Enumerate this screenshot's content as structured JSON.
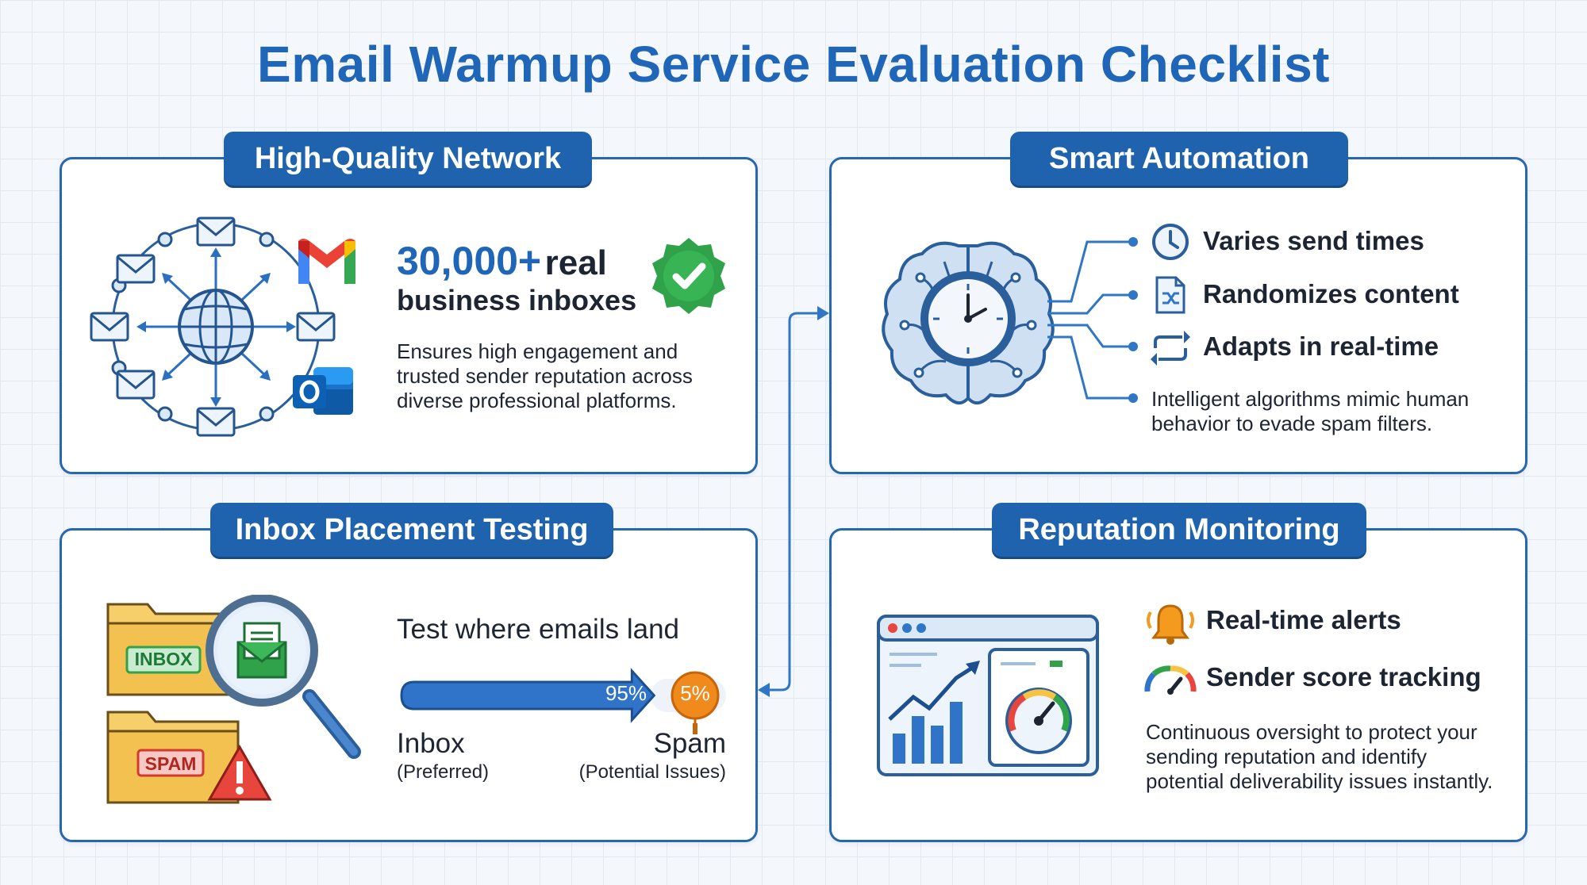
{
  "title": "Email Warmup Service Evaluation Checklist",
  "network": {
    "tab": "High-Quality Network",
    "count": "30,000+",
    "count_suffix": "real",
    "count_line2": "business inboxes",
    "description_lines": [
      "Ensures high engagement and",
      "trusted sender reputation across",
      "diverse professional platforms."
    ],
    "icons": [
      "globe-icon",
      "envelope-icon",
      "gmail-logo",
      "outlook-logo",
      "verified-badge-icon"
    ]
  },
  "automation": {
    "tab": "Smart Automation",
    "items": [
      {
        "label": "Varies send times",
        "icon": "clock-icon"
      },
      {
        "label": "Randomizes content",
        "icon": "shuffle-document-icon"
      },
      {
        "label": "Adapts in real-time",
        "icon": "refresh-arrows-icon"
      }
    ],
    "description_lines": [
      "Intelligent algorithms mimic human",
      "behavior to evade spam filters."
    ]
  },
  "placement": {
    "tab": "Inbox Placement Testing",
    "heading": "Test where emails land",
    "inbox_folder_label": "INBOX",
    "spam_folder_label": "SPAM",
    "inbox_percent": "95%",
    "spam_percent": "5%",
    "inbox_share": 0.95,
    "inbox_label": "Inbox",
    "inbox_sub": "(Preferred)",
    "spam_label": "Spam",
    "spam_sub": "(Potential Issues)"
  },
  "reputation": {
    "tab": "Reputation Monitoring",
    "items": [
      {
        "label": "Real-time alerts",
        "icon": "alarm-bell-icon"
      },
      {
        "label": "Sender score tracking",
        "icon": "gauge-icon"
      }
    ],
    "description_lines": [
      "Continuous oversight to protect your",
      "sending reputation and identify",
      "potential deliverability issues instantly."
    ]
  },
  "colors": {
    "primary": "#1f66b8",
    "tab": "#1f62ad",
    "success": "#34a853",
    "spam_orange": "#f08a1c",
    "warning_red": "#e8453c"
  }
}
